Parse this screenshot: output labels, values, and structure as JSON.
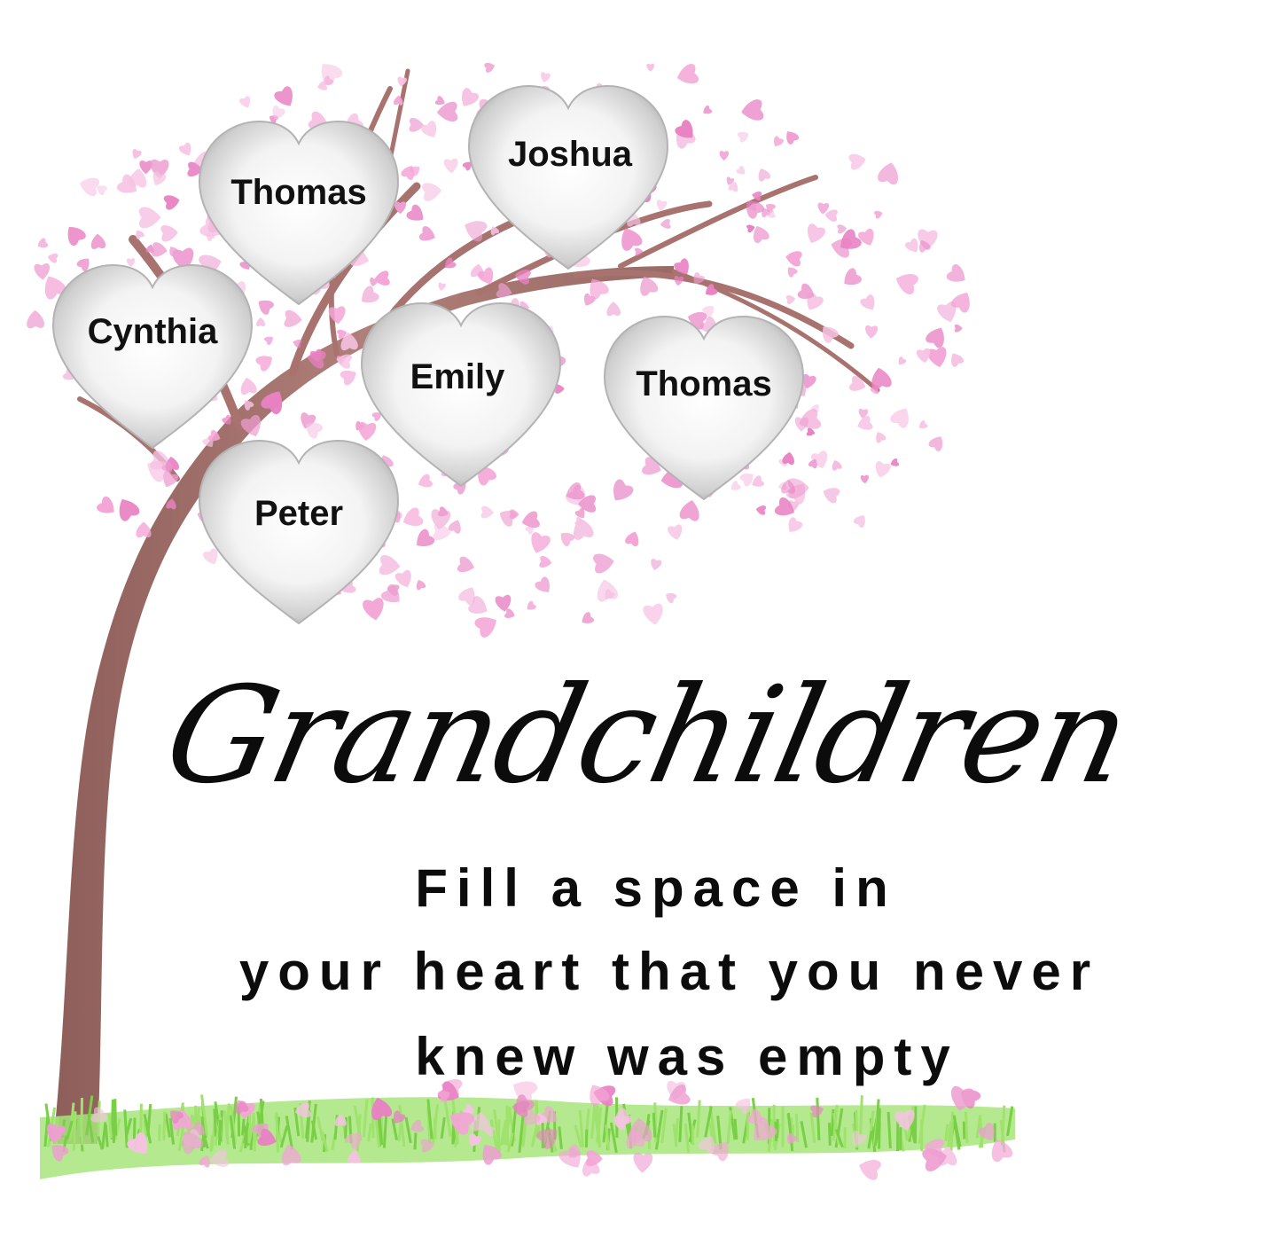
{
  "names": [
    "Thomas",
    "Joshua",
    "Cynthia",
    "Emily",
    "Thomas",
    "Peter"
  ],
  "title": "Grandchildren",
  "quote": {
    "line1": "Fill a space in",
    "line2": "your heart that you never",
    "line3": "knew was empty"
  },
  "colors": {
    "blossom": "#f4a6d7",
    "blossom_dark": "#e982c4",
    "trunk": "#a8736f",
    "grass": "#8fdc5a",
    "heart_silver": "#d9d9d9",
    "text": "#0c0c0c"
  }
}
